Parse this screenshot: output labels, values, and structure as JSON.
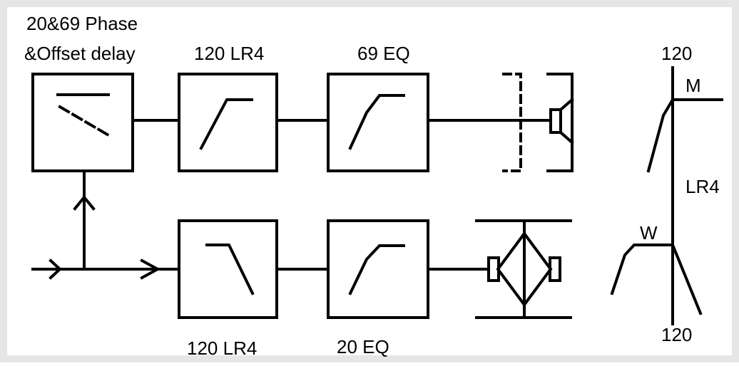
{
  "labels": {
    "phase_delay_line1": "20&69 Phase",
    "phase_delay_line2": "&Offset delay",
    "top_filter": "120 LR4",
    "top_eq": "69 EQ",
    "bottom_filter": "120 LR4",
    "bottom_eq": "20 EQ",
    "crossover_top": "120",
    "crossover_bottom": "120",
    "crossover_type": "LR4",
    "mid_marker": "M",
    "woofer_marker": "W"
  },
  "colors": {
    "stroke": "#000000",
    "background": "#ffffff",
    "frame": "#e6e6e6"
  },
  "icons": {
    "phase_delay": "phase-delay-icon",
    "highpass": "highpass-filter-icon",
    "lowpass": "lowpass-filter-icon",
    "eq": "eq-shelf-icon",
    "ported_speaker": "ported-speaker-icon",
    "dual_woofer": "dual-woofer-icon",
    "input_arrow": "input-arrow-icon"
  }
}
